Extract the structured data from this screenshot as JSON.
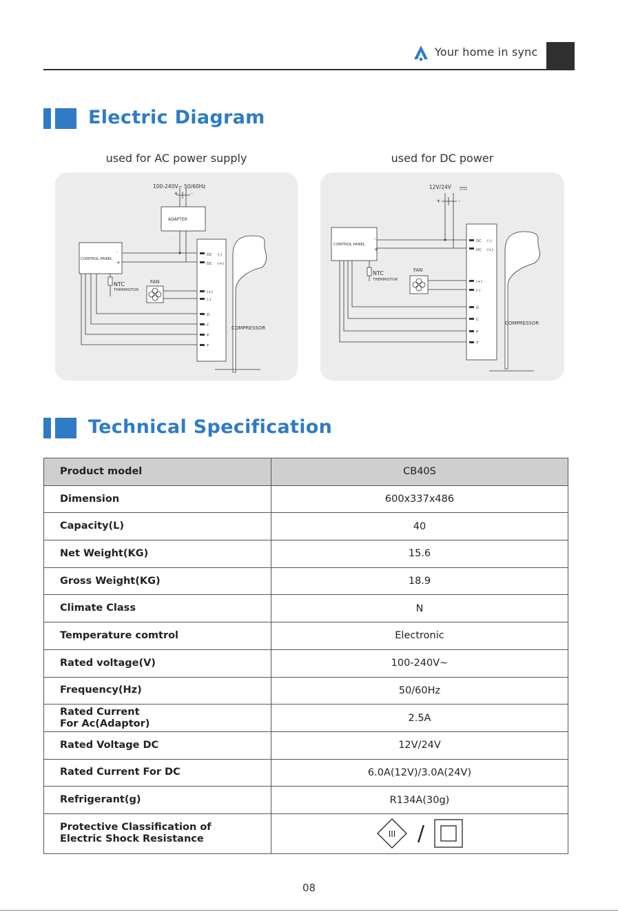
{
  "header": {
    "tagline": "Your home in sync"
  },
  "sections": {
    "diagram_title": "Electric Diagram",
    "spec_title": "Technical Specification"
  },
  "diagrams": {
    "ac": {
      "caption": "used for AC power supply",
      "supply": "100-240V~ 50/60Hz",
      "plus": "+",
      "minus": "-",
      "adapter": "ADAPTER",
      "control_panel": "CONTROL PANEL",
      "ntc": "NTC",
      "thermistor": "THERMISTOR",
      "fan": "FAN",
      "compressor": "COMPRESSOR",
      "terminals": [
        "DC",
        "DC",
        "(+)",
        "(-)",
        "D",
        "C",
        "P",
        "T"
      ],
      "dc_minus": "(-)",
      "dc_plus": "(+)"
    },
    "dc": {
      "caption": "used for DC power",
      "supply": "12V/24V",
      "plus": "+",
      "minus": "-",
      "control_panel": "CONTROL PANEL",
      "ntc": "NTC",
      "thermistor": "THERMISTOR",
      "fan": "FAN",
      "compressor": "COMPRESSOR",
      "terminals": [
        "DC",
        "DC",
        "(+)",
        "(-)",
        "D",
        "C",
        "P",
        "T"
      ],
      "dc_minus": "(-)",
      "dc_plus": "(+)"
    }
  },
  "spec": {
    "header": {
      "label": "Product model",
      "value": "CB40S"
    },
    "rows": [
      {
        "label": "Dimension",
        "value": "600x337x486"
      },
      {
        "label": "Capacity(L)",
        "value": "40"
      },
      {
        "label": "Net Weight(KG)",
        "value": "15.6"
      },
      {
        "label": "Gross Weight(KG)",
        "value": "18.9"
      },
      {
        "label": "Climate Class",
        "value": "N"
      },
      {
        "label": "Temperature comtrol",
        "value": "Electronic"
      },
      {
        "label": "Rated voltage(V)",
        "value": "100-240V~"
      },
      {
        "label": "Frequency(Hz)",
        "value": "50/60Hz"
      },
      {
        "label_line1": "Rated Current",
        "label_line2": "For Ac(Adaptor)",
        "value": "2.5A"
      },
      {
        "label": "Rated Voltage DC",
        "value": "12V/24V"
      },
      {
        "label": "Rated Current For DC",
        "value": "6.0A(12V)/3.0A(24V)"
      },
      {
        "label": "Refrigerant(g)",
        "value": "R134A(30g)"
      },
      {
        "label_line1": "Protective Classification of",
        "label_line2": "Electric Shock Resistance",
        "class_roman": "III",
        "separator": "/"
      }
    ]
  },
  "footer": {
    "page_number": "08"
  }
}
